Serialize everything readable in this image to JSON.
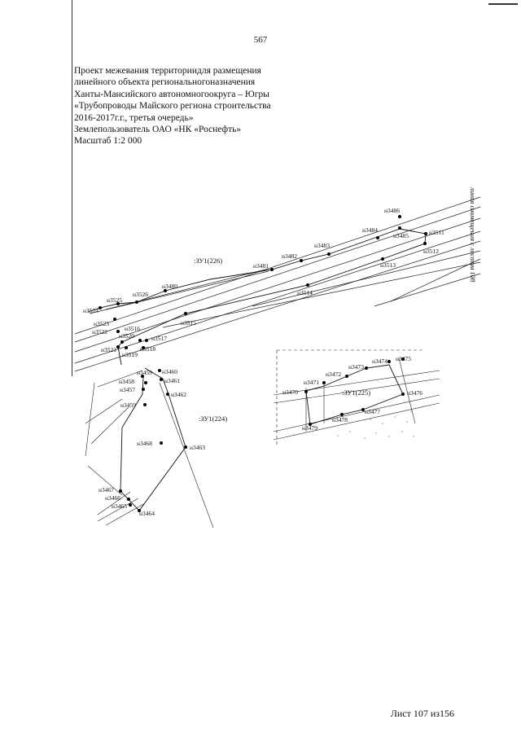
{
  "page_number": "567",
  "header": {
    "lines": [
      "Проект межевания территориидля размещения",
      "линейного объекта региональногоназначения",
      "Ханты-Мансийского автономногоокруга – Югры",
      "«Трубопроводы Майского региона строительства",
      "2016-2017г.г., третья очередь»",
      "Землепользователь ОАО «НК «Роснефть»",
      "Масштаб 1:2 000"
    ]
  },
  "match_line_note": "линия совмещения с листом 108",
  "parcels": [
    ":ЗУ1(226)",
    ":ЗУ1(224)",
    ":ЗУ1(225)"
  ],
  "points": [
    "н3486",
    "н3484",
    "н3485",
    "н3511",
    "н3512",
    "н3483",
    "н3482",
    "н3513",
    "н3481",
    "н3514",
    "н3480",
    "н3526",
    "н3525",
    "н3524",
    "н3523",
    "н3516",
    "н3515",
    "н3522",
    "н3520",
    "н3517",
    "н3518",
    "н3521",
    "н3519",
    "н3460",
    "н3459",
    "н3461",
    "н3458",
    "н3457",
    "н3462",
    "н3459",
    "н3468",
    "н3463",
    "н3467",
    "н3466",
    "н3465",
    "н3464",
    "н3474",
    "н3475",
    "н3473",
    "н3472",
    "н3471",
    "н3470",
    "н3476",
    "н3477",
    "н3478",
    "н3479"
  ],
  "sheet_label": "Лист 107 из156"
}
